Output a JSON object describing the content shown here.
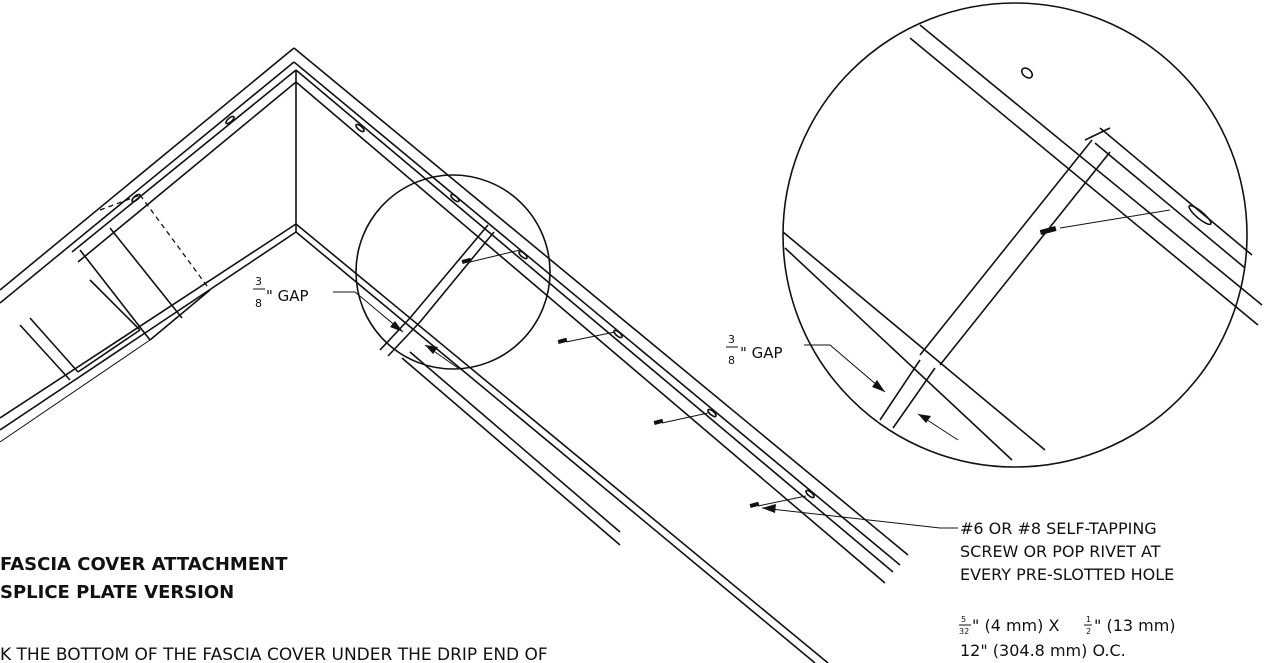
{
  "title": {
    "line1": "FASCIA COVER ATTACHMENT",
    "line2": "SPLICE PLATE VERSION"
  },
  "instruction": "K THE BOTTOM OF THE  FASCIA COVER UNDER THE DRIP END OF",
  "gap_left": {
    "num": "3",
    "den": "8",
    "text": "\" GAP"
  },
  "gap_right": {
    "num": "3",
    "den": "8",
    "text": "\" GAP"
  },
  "screw_note": {
    "line1": "#6 OR #8 SELF-TAPPING",
    "line2": "SCREW OR POP RIVET AT",
    "line3": "EVERY PRE-SLOTTED HOLE",
    "dia_num": "5",
    "dia_den": "32",
    "dia_rest": "\" (4 mm) X ",
    "len_num": "1",
    "len_den": "2",
    "len_rest": "\" (13 mm)",
    "spacing": "12\" (304.8 mm) O.C."
  }
}
